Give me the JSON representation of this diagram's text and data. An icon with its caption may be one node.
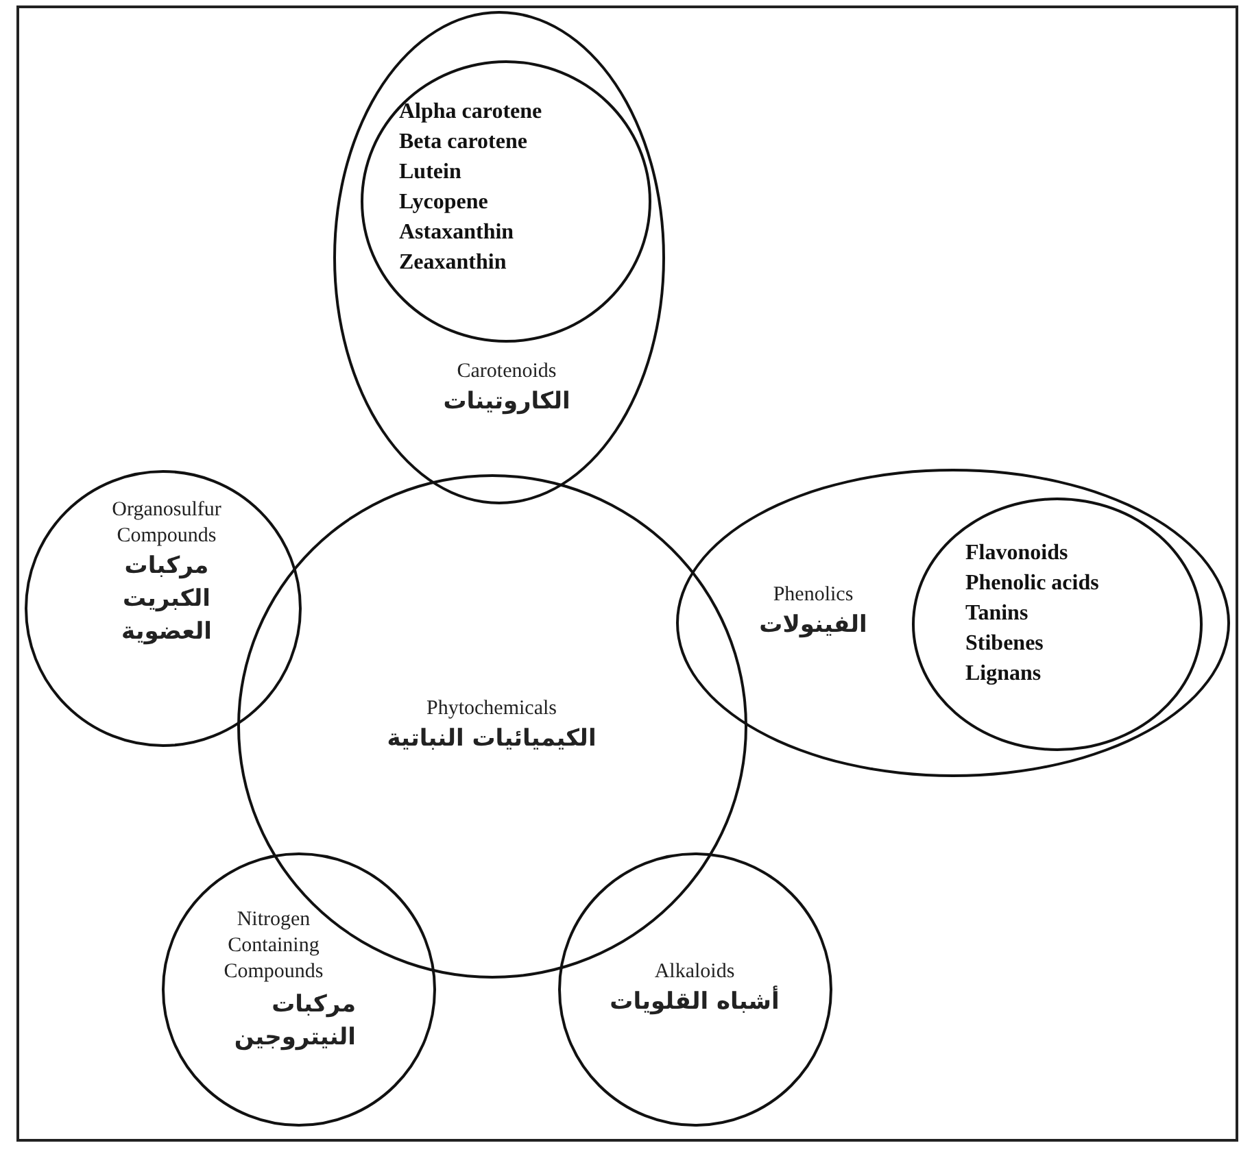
{
  "diagram": {
    "nodes": [
      {
        "text": [
          "Carotenoids",
          "الكاروتينات"
        ]
      },
      {
        "text": [
          "Alpha carotene",
          "Beta carotene",
          "Lutein",
          "Lycopene",
          "Astaxanthin",
          "Zeaxanthin"
        ],
        "in": 0
      },
      {
        "text": [
          "Organosulfur Compounds",
          "مركبات الكبريت العضوية"
        ]
      },
      {
        "text": [
          "Phenolics",
          "الفينولات"
        ]
      },
      {
        "text": [
          "Flavonoids",
          "Phenolic acids",
          "Tanins",
          "Stibenes",
          "Lignans"
        ],
        "in": 3
      },
      {
        "text": [
          "Phytochemicals",
          "الكيميائيات النباتية"
        ]
      },
      {
        "text": [
          "Nitrogen Containing Compounds",
          "مركبات النيتروجين"
        ]
      },
      {
        "text": [
          "Alkaloids",
          "أشباه القلويات"
        ]
      }
    ],
    "edges": []
  }
}
